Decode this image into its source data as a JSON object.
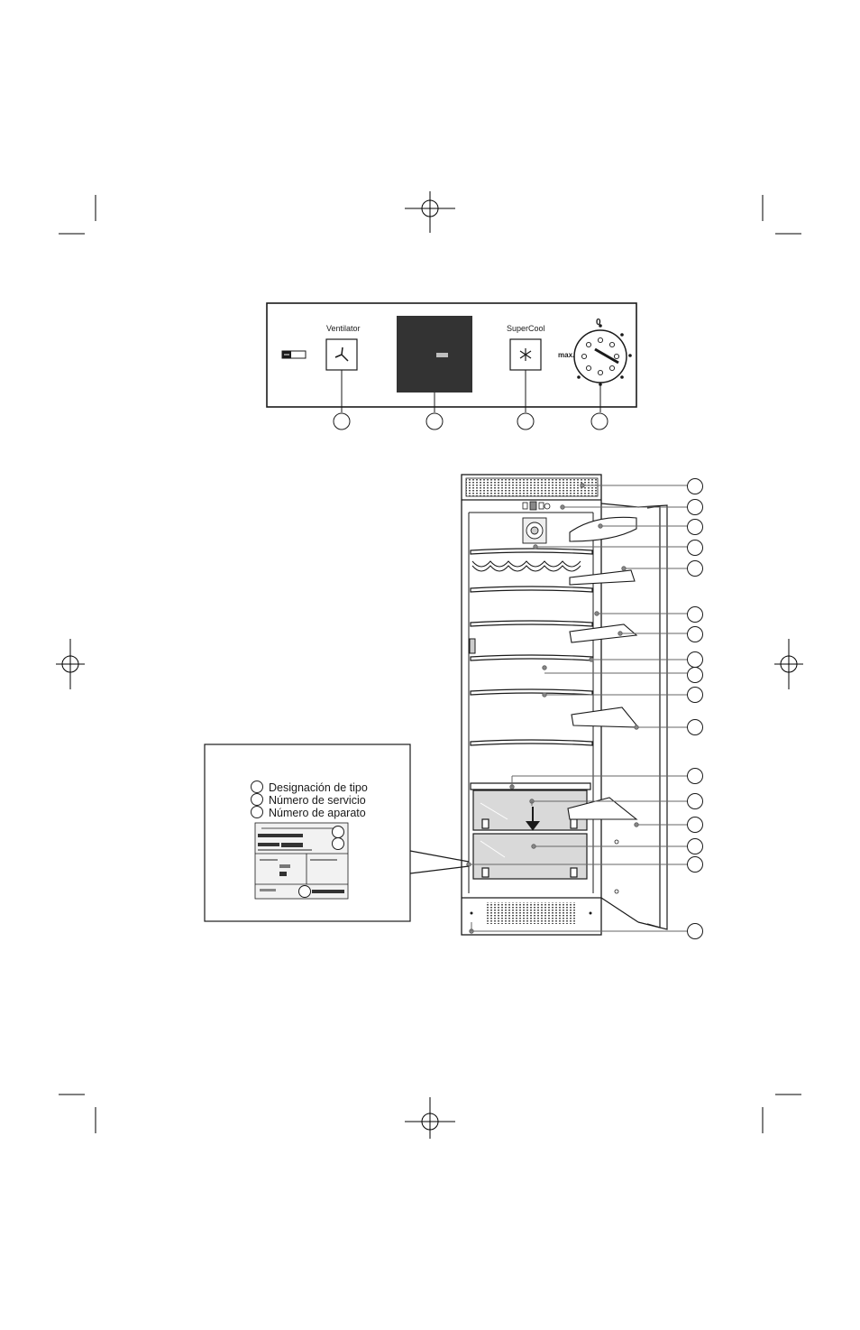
{
  "control_panel": {
    "ventilator_label": "Ventilator",
    "supercool_label": "SuperCool",
    "dial_zero_label": "0",
    "dial_max_label": "max."
  },
  "type_plate": {
    "legend": [
      {
        "label": "Designación de tipo"
      },
      {
        "label": "Número de servicio"
      },
      {
        "label": "Número de aparato"
      }
    ]
  },
  "colors": {
    "line": "#1a1a1a",
    "display": "#333333",
    "callout_dot": "#8a8a8a",
    "drawer_fill": "#d9d9d9"
  }
}
